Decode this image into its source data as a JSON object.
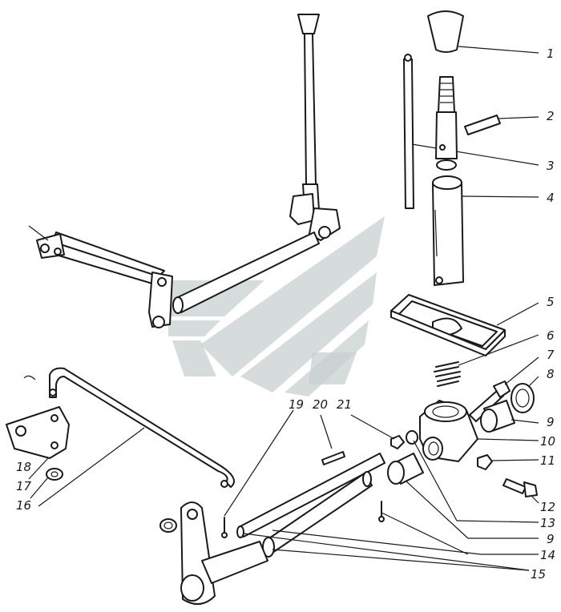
{
  "labels": {
    "l1": "1",
    "l2": "2",
    "l3": "3",
    "l4": "4",
    "l5": "5",
    "l6": "6",
    "l7": "7",
    "l8": "8",
    "l9a": "9",
    "l10": "10",
    "l11": "11",
    "l12": "12",
    "l13": "13",
    "l9b": "9",
    "l14": "14",
    "l15": "15",
    "l16": "16",
    "l17": "17",
    "l18": "18",
    "l19": "19",
    "l20": "20",
    "l21": "21"
  },
  "colors": {
    "line": "#1a1a1a",
    "watermark": "#c8d0d0"
  }
}
